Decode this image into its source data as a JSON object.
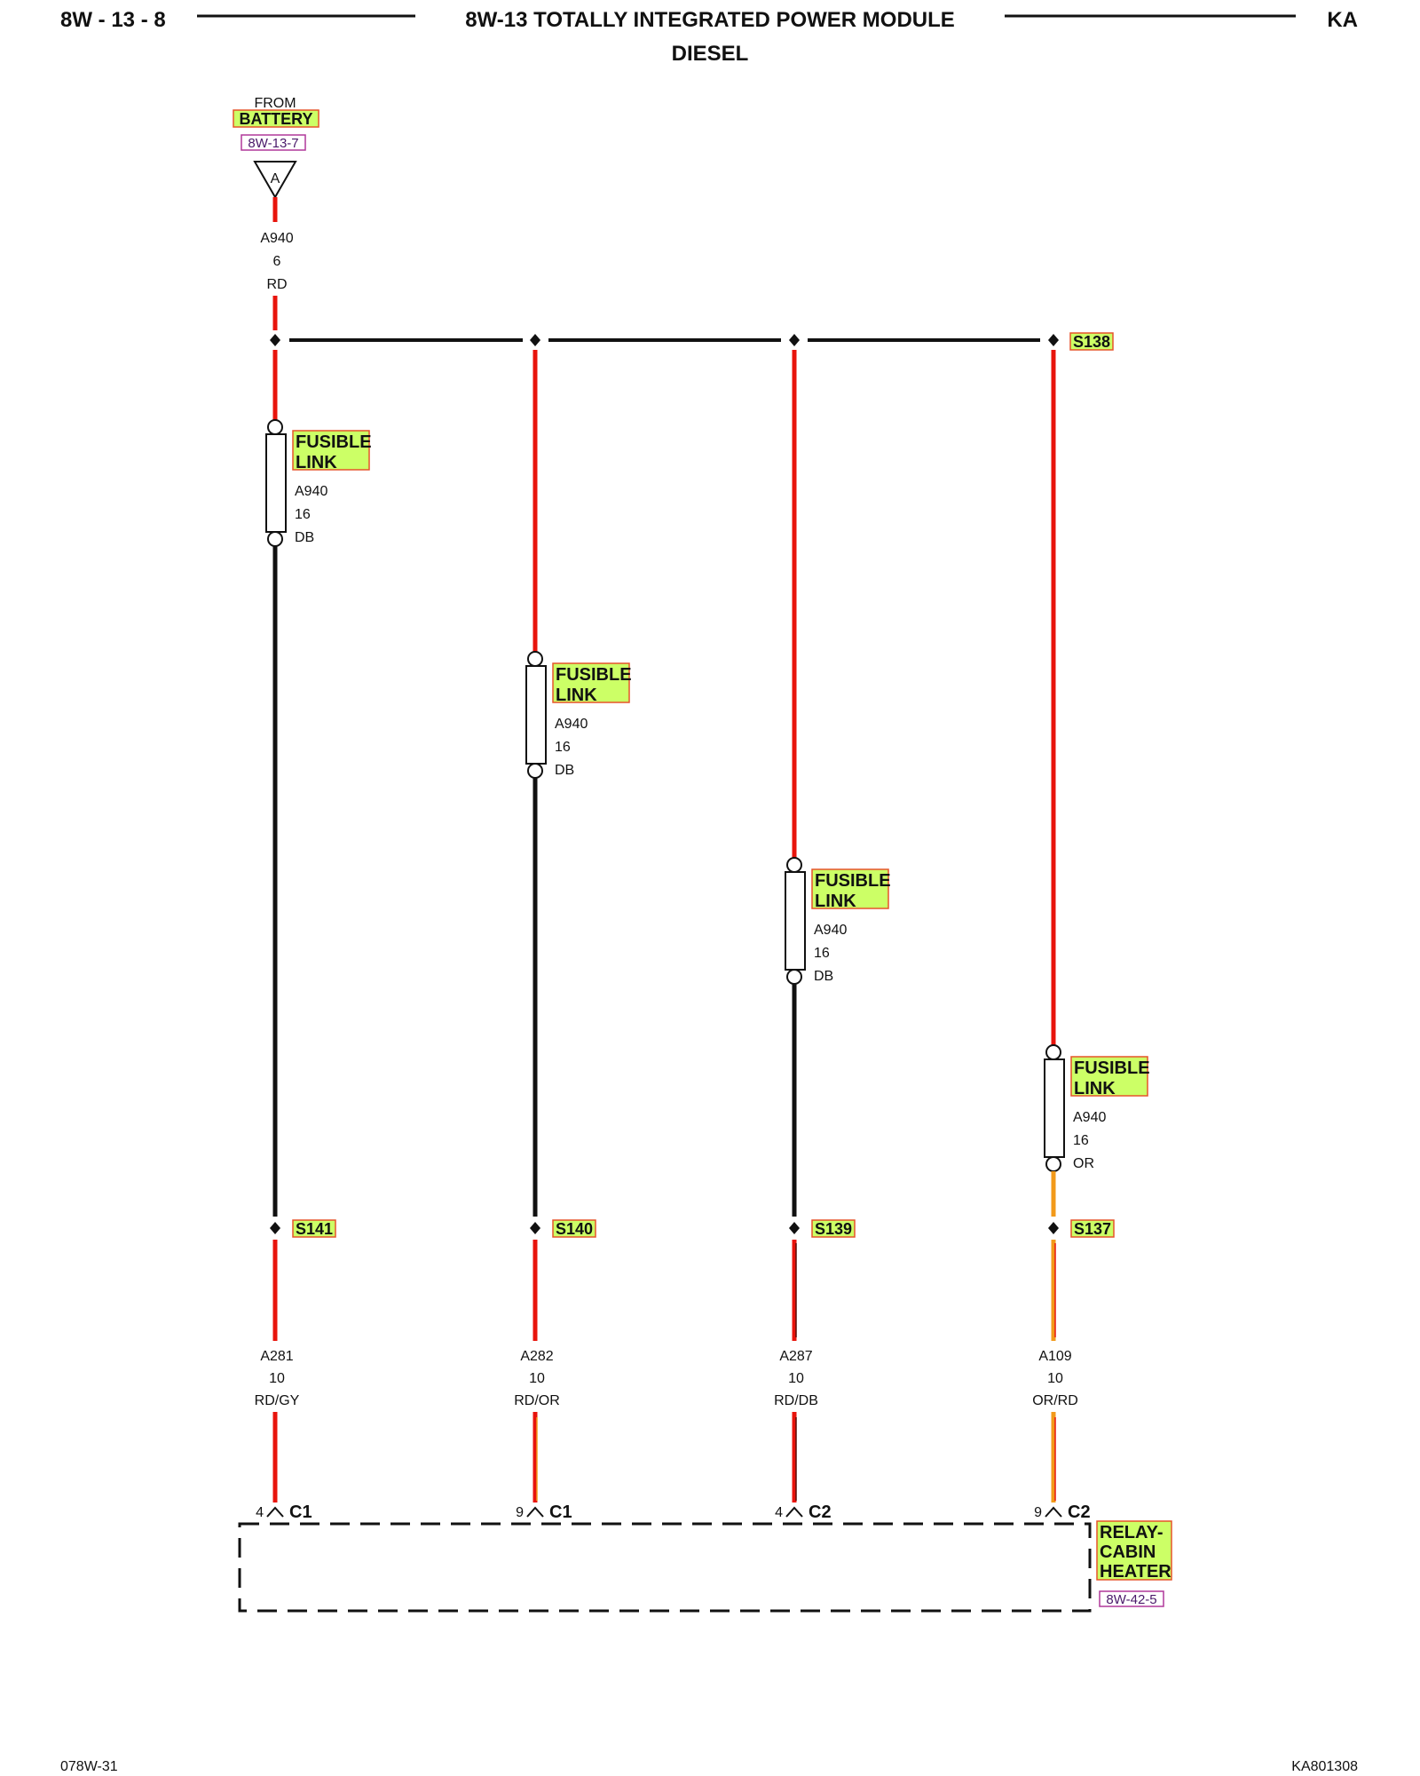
{
  "header": {
    "page_code": "8W - 13 - 8",
    "title": "8W-13 TOTALLY INTEGRATED POWER MODULE",
    "subtitle": "DIESEL",
    "region": "KA"
  },
  "footer": {
    "left": "078W-31",
    "right": "KA801308"
  },
  "source": {
    "from": "FROM",
    "name": "BATTERY",
    "ref": "8W-13-7",
    "connector": "A",
    "wire": {
      "circuit": "A940",
      "gauge": "6",
      "color": "RD"
    }
  },
  "top_splice": "S138",
  "fusible_label_line1": "FUSIBLE",
  "fusible_label_line2": "LINK",
  "branches": [
    {
      "fuse": {
        "circuit": "A940",
        "gauge": "16",
        "color": "DB"
      },
      "splice": "S141",
      "wire": {
        "circuit": "A281",
        "gauge": "10",
        "color": "RD/GY"
      },
      "pin": "4",
      "connector": "C1"
    },
    {
      "fuse": {
        "circuit": "A940",
        "gauge": "16",
        "color": "DB"
      },
      "splice": "S140",
      "wire": {
        "circuit": "A282",
        "gauge": "10",
        "color": "RD/OR"
      },
      "pin": "9",
      "connector": "C1"
    },
    {
      "fuse": {
        "circuit": "A940",
        "gauge": "16",
        "color": "DB"
      },
      "splice": "S139",
      "wire": {
        "circuit": "A287",
        "gauge": "10",
        "color": "RD/DB"
      },
      "pin": "4",
      "connector": "C2"
    },
    {
      "fuse": {
        "circuit": "A940",
        "gauge": "16",
        "color": "OR"
      },
      "splice": "S137",
      "wire": {
        "circuit": "A109",
        "gauge": "10",
        "color": "OR/RD"
      },
      "pin": "9",
      "connector": "C2"
    }
  ],
  "relay": {
    "line1": "RELAY-",
    "line2": "CABIN",
    "line3": "HEATER",
    "ref": "8W-42-5"
  },
  "colors": {
    "red_wire": "#e8140c",
    "black_wire": "#111111",
    "orange_wire": "#f29a1a",
    "highlight": "#ccff66",
    "highlight_border": "#e6542a",
    "ref_border": "#b0389a"
  }
}
